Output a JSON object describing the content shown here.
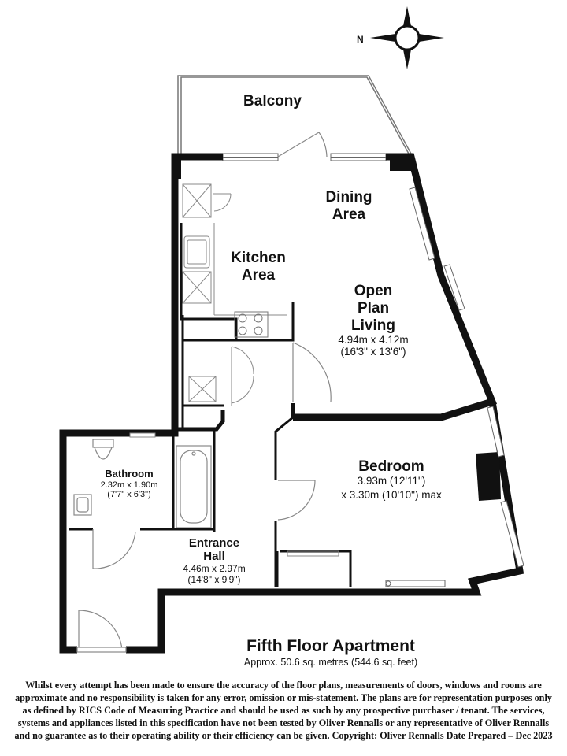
{
  "compass": {
    "north_label": "N",
    "icon": "compass-rose-icon"
  },
  "rooms": {
    "balcony": {
      "name": "Balcony"
    },
    "dining": {
      "name_line1": "Dining",
      "name_line2": "Area"
    },
    "kitchen": {
      "name_line1": "Kitchen",
      "name_line2": "Area"
    },
    "living": {
      "name_line1": "Open",
      "name_line2": "Plan",
      "name_line3": "Living",
      "dim_metric": "4.94m x 4.12m",
      "dim_imperial": "(16'3\" x 13'6\")"
    },
    "bedroom": {
      "name": "Bedroom",
      "dim_line1": "3.93m (12'11\")",
      "dim_line2": "x 3.30m (10'10\") max"
    },
    "bathroom": {
      "name": "Bathroom",
      "dim_metric": "2.32m x 1.90m",
      "dim_imperial": "(7'7\" x 6'3\")"
    },
    "hall": {
      "name_line1": "Entrance",
      "name_line2": "Hall",
      "dim_metric": "4.46m x 2.97m",
      "dim_imperial": "(14'8\" x 9'9\")"
    }
  },
  "plan_title": "Fifth Floor Apartment",
  "plan_area": "Approx. 50.6 sq. metres (544.6 sq. feet)",
  "disclaimer": "Whilst every attempt has been made to ensure the accuracy of the floor plans, measurements of doors, windows and rooms are approximate and no responsibility is taken for any error, omission or mis-statement. The plans are for representation purposes only as defined by RICS Code of Measuring Practice and should be used as such by any prospective purchaser / tenant. The services, systems and appliances listed in this specification have not been tested by Oliver Rennalls or any representative of Oliver Rennalls and no guarantee as to their operating ability or their efficiency can be given. Copyright: Oliver Rennalls Date Prepared – Dec 2023"
}
